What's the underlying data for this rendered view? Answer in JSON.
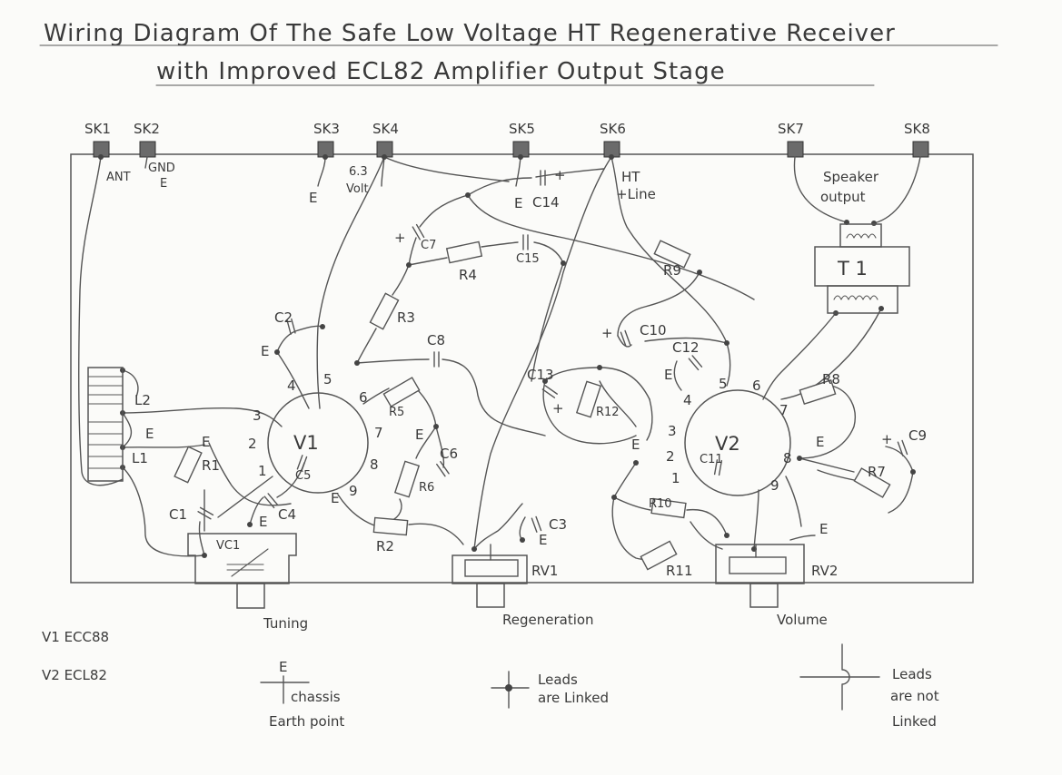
{
  "title": {
    "line1": "Wiring Diagram Of The Safe Low Voltage HT Regenerative Receiver",
    "line2": "with Improved ECL82 Amplifier Output Stage"
  },
  "sockets": {
    "sk1": "SK1",
    "sk2": "SK2",
    "sk3": "SK3",
    "sk4": "SK4",
    "sk5": "SK5",
    "sk6": "SK6",
    "sk7": "SK7",
    "sk8": "SK8"
  },
  "socket_notes": {
    "ant": "ANT",
    "gnd": "GND",
    "gnd_e": "E",
    "sk3_e": "E",
    "volt_a": "6.3",
    "volt_b": "Volt",
    "ht_a": "HT",
    "ht_b": "+Line",
    "spk_a": "Speaker",
    "spk_b": "output"
  },
  "components": {
    "c1": "C1",
    "c2": "C2",
    "c3": "C3",
    "c4": "C4",
    "c5": "C5",
    "c6": "C6",
    "c7": "C7",
    "c8": "C8",
    "c9": "C9",
    "c10": "C10",
    "c11": "C11",
    "c12": "C12",
    "c13": "C13",
    "c14": "C14",
    "c15": "C15",
    "r1": "R1",
    "r2": "R2",
    "r3": "R3",
    "r4": "R4",
    "r5": "R5",
    "r6": "R6",
    "r7": "R7",
    "r8": "R8",
    "r9": "R9",
    "r10": "R10",
    "r11": "R11",
    "r12": "R12",
    "l1": "L1",
    "l2": "L2",
    "v1": "V1",
    "v2": "V2",
    "vc1": "VC1",
    "t1": "T 1",
    "rv1": "RV1",
    "rv2": "RV2"
  },
  "marks": {
    "earth": "E",
    "plus": "+"
  },
  "v1_pins": [
    "1",
    "2",
    "3",
    "4",
    "5",
    "6",
    "7",
    "8",
    "9"
  ],
  "v2_pins": [
    "1",
    "2",
    "3",
    "4",
    "5",
    "6",
    "7",
    "8",
    "9"
  ],
  "controls": {
    "tuning": "Tuning",
    "regeneration": "Regeneration",
    "volume": "Volume"
  },
  "valves": {
    "v1_type": "V1 ECC88",
    "v2_type": "V2 ECL82"
  },
  "legend": {
    "earth_e": "E",
    "earth_a": "chassis",
    "earth_b": "Earth point",
    "linked_a": "Leads",
    "linked_b": "are Linked",
    "not_a": "Leads",
    "not_b": "are not",
    "not_c": "Linked"
  }
}
